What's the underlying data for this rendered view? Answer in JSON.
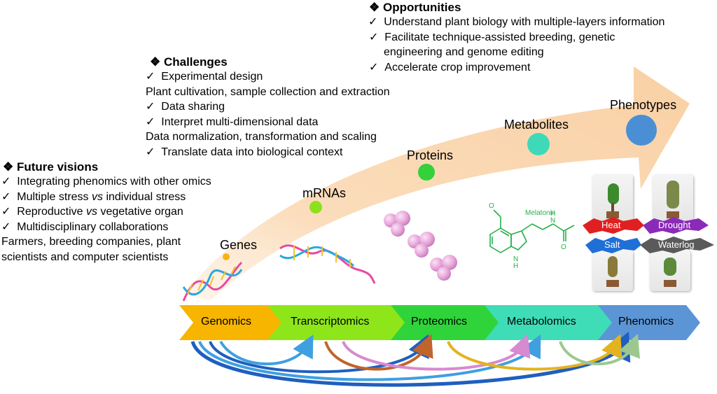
{
  "opportunities": {
    "heading": "Opportunities",
    "items": [
      {
        "mark": "✓",
        "text": "Understand plant biology with multiple-layers information"
      },
      {
        "mark": "✓",
        "text": "Facilitate technique-assisted breeding, genetic"
      },
      {
        "mark": "",
        "text": "engineering and genome editing"
      },
      {
        "mark": "✓",
        "text": "Accelerate crop improvement"
      }
    ]
  },
  "challenges": {
    "heading": "Challenges",
    "items": [
      {
        "mark": "✓",
        "text": "Experimental design"
      },
      {
        "mark": "",
        "text": "Plant cultivation, sample collection and extraction"
      },
      {
        "mark": "✓",
        "text": "Data sharing"
      },
      {
        "mark": "✓",
        "text": "Interpret multi-dimensional data"
      },
      {
        "mark": "",
        "text": "Data normalization, transformation and scaling"
      },
      {
        "mark": "✓",
        "text": "Translate data into biological context"
      }
    ]
  },
  "future_visions": {
    "heading": "Future visions",
    "items": [
      {
        "mark": "✓",
        "text": "Integrating phenomics with other omics"
      },
      {
        "mark": "✓",
        "text": "Multiple stress ",
        "em": "vs",
        "after": " individual stress"
      },
      {
        "mark": "✓",
        "text": "Reproductive ",
        "em": "vs",
        "after": " vegetative organ"
      },
      {
        "mark": "✓",
        "text": "Multidisciplinary collaborations"
      },
      {
        "mark": "",
        "text": "Farmers, breeding companies, plant"
      },
      {
        "mark": "",
        "text": "scientists and computer scientists"
      }
    ]
  },
  "levels": [
    {
      "label": "Genes",
      "color": "#f5b21a"
    },
    {
      "label": "mRNAs",
      "color": "#8ee01e"
    },
    {
      "label": "Proteins",
      "color": "#33d13a"
    },
    {
      "label": "Metabolites",
      "color": "#3fd9b9"
    },
    {
      "label": "Phenotypes",
      "color": "#4a8fd4"
    }
  ],
  "molecule_label": "Melatonin",
  "stresses": [
    {
      "label": "Heat",
      "color": "#e02020"
    },
    {
      "label": "Drought",
      "color": "#8a2bb8"
    },
    {
      "label": "Salt",
      "color": "#1f6fd6"
    },
    {
      "label": "Waterlog",
      "color": "#5a5a5a"
    }
  ],
  "omics": [
    {
      "label": "Genomics",
      "color": "#f7b500"
    },
    {
      "label": "Transcriptomics",
      "color": "#8ee61a"
    },
    {
      "label": "Proteomics",
      "color": "#2fd43a"
    },
    {
      "label": "Metabolomics",
      "color": "#3fdcb8"
    },
    {
      "label": "Phenomics",
      "color": "#5b95d6"
    }
  ]
}
